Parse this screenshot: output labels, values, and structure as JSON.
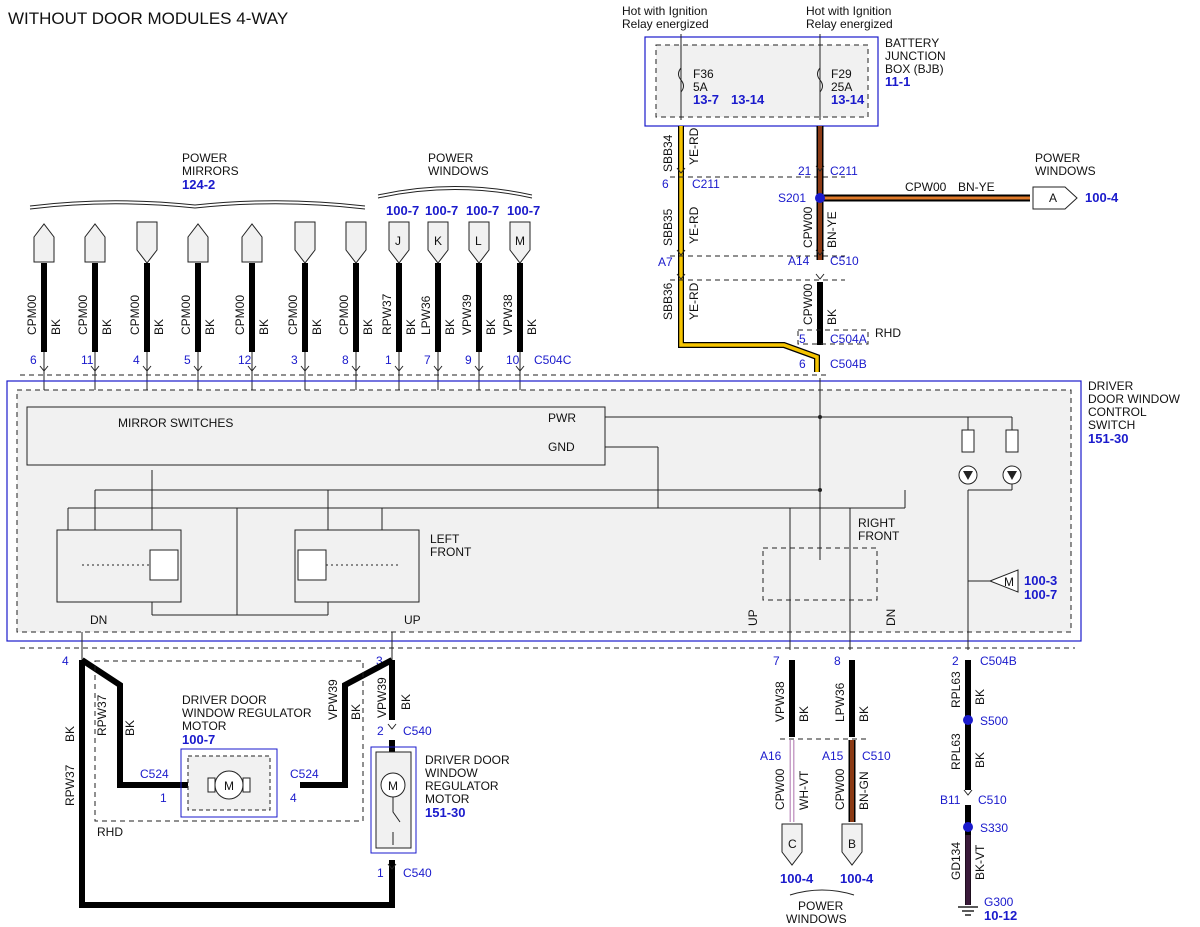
{
  "title": "WITHOUT DOOR MODULES 4-WAY",
  "top_feeds": {
    "left": [
      "Hot with Ignition",
      "Relay energized"
    ],
    "right": [
      "Hot with Ignition",
      "Relay energized"
    ]
  },
  "bjb": {
    "name": [
      "BATTERY",
      "JUNCTION",
      "BOX (BJB)"
    ],
    "ref": "11-1",
    "fuse_left": [
      "F36",
      "5A"
    ],
    "fuse_left_refs": [
      "13-7",
      "13-14"
    ],
    "fuse_right": [
      "F29",
      "25A"
    ],
    "fuse_right_ref": "13-14"
  },
  "power_mirrors": {
    "label": [
      "POWER",
      "MIRRORS"
    ],
    "ref": "124-2"
  },
  "power_windows_top": {
    "label": [
      "POWER",
      "WINDOWS"
    ],
    "refs": [
      "100-7",
      "100-7",
      "100-7",
      "100-7"
    ],
    "letters": [
      "J",
      "K",
      "L",
      "M"
    ]
  },
  "connector_pins": [
    {
      "pin": "6",
      "circuit": "CPM00",
      "color": "BK"
    },
    {
      "pin": "11",
      "circuit": "CPM00",
      "color": "BK"
    },
    {
      "pin": "4",
      "circuit": "CPM00",
      "color": "BK"
    },
    {
      "pin": "5",
      "circuit": "CPM00",
      "color": "BK"
    },
    {
      "pin": "12",
      "circuit": "CPM00",
      "color": "BK"
    },
    {
      "pin": "3",
      "circuit": "CPM00",
      "color": "BK"
    },
    {
      "pin": "8",
      "circuit": "CPM00",
      "color": "BK"
    },
    {
      "pin": "1",
      "circuit": "RPW37",
      "color": "BK"
    },
    {
      "pin": "7",
      "circuit": "LPW36",
      "color": "BK"
    },
    {
      "pin": "9",
      "circuit": "VPW39",
      "color": "BK"
    },
    {
      "pin": "10",
      "circuit": "VPW38",
      "color": "BK"
    }
  ],
  "c504c": "C504C",
  "left_feed": {
    "sbb34": "SBB34",
    "sbb34_color": "YE-RD",
    "c211_pin": "6",
    "c211": "C211",
    "sbb35": "SBB35",
    "sbb35_color": "YE-RD",
    "c510_pin": "A7",
    "sbb36": "SBB36",
    "sbb36_color": "YE-RD"
  },
  "right_feed": {
    "c211_pin": "21",
    "c211": "C211",
    "splice": "S201",
    "cpw_circuit": "CPW00",
    "cpw_color": "BN-YE",
    "cpw2": "CPW00",
    "cpw2_color": "BN-YE",
    "c510_pin": "A14",
    "c510": "C510",
    "cpw3": "CPW00",
    "cpw3_color": "BK",
    "c504a_pin": "5",
    "c504a": "C504A",
    "rhd": "RHD",
    "c504b_pin": "6",
    "c504b": "C504B"
  },
  "power_windows_right": {
    "label": [
      "POWER",
      "WINDOWS"
    ],
    "letter": "A",
    "ref": "100-4",
    "circuit": "CPW00",
    "color": "BN-YE"
  },
  "switch": {
    "name": [
      "DRIVER",
      "DOOR WINDOW",
      "CONTROL",
      "SWITCH"
    ],
    "ref": "151-30",
    "mirror_switches": "MIRROR SWITCHES",
    "pwr": "PWR",
    "gnd": "GND",
    "left_front": [
      "LEFT",
      "FRONT"
    ],
    "right_front": [
      "RIGHT",
      "FRONT"
    ],
    "dn": "DN",
    "up": "UP",
    "up_r": "UP",
    "dn_r": "DN",
    "m_letter": "M",
    "m_refs": [
      "100-3",
      "100-7"
    ]
  },
  "bottom_left": {
    "pin4": "4",
    "pin3": "3",
    "rpw37": "RPW37",
    "rpw37_color": "BK",
    "rpw37_inner": "RPW37",
    "rpw37_inner_color": "BK",
    "vpw39": "VPW39",
    "vpw39_color": "BK",
    "vpw39_right": "VPW39",
    "vpw39_right_color": "BK",
    "motor_rhd": [
      "DRIVER DOOR",
      "WINDOW REGULATOR",
      "MOTOR"
    ],
    "motor_rhd_ref": "100-7",
    "c524_left": "C524",
    "c524_left_pin": "1",
    "c524_right": "C524",
    "c524_right_pin": "4",
    "rhd": "RHD",
    "motor_letter": "M",
    "motor_letter2": "M",
    "c540_pin_top": "2",
    "c540_top": "C540",
    "c540_pin_bot": "1",
    "c540_bot": "C540",
    "motor": [
      "DRIVER DOOR",
      "WINDOW",
      "REGULATOR",
      "MOTOR"
    ],
    "motor_ref": "151-30"
  },
  "bottom_right": {
    "pin7": "7",
    "vpw38": "VPW38",
    "vpw38_color": "BK",
    "pin8": "8",
    "lpw36": "LPW36",
    "lpw36_color": "BK",
    "a16": "A16",
    "cpw_c": "CPW00",
    "cpw_c_color": "WH-VT",
    "a15": "A15",
    "c510": "C510",
    "cpw_b": "CPW00",
    "cpw_b_color": "BN-GN",
    "letter_c": "C",
    "letter_b": "B",
    "ref_c": "100-4",
    "ref_b": "100-4",
    "label": [
      "POWER",
      "WINDOWS"
    ],
    "pin2": "2",
    "c504b": "C504B",
    "rpl63": "RPL63",
    "rpl63_color": "BK",
    "s500": "S500",
    "rpl63b": "RPL63",
    "rpl63b_color": "BK",
    "b11": "B11",
    "c510b": "C510",
    "s330": "S330",
    "gd134": "GD134",
    "gd134_color": "BK-VT",
    "g300": "G300",
    "g300_ref": "10-12"
  },
  "colors": {
    "wire": "#000000",
    "blue": "#1a1acc",
    "ye_rd": "#f5c400",
    "bn": "#8b3a14"
  }
}
